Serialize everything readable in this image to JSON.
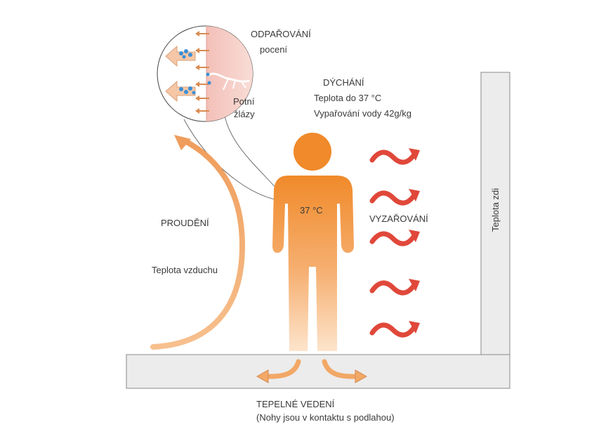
{
  "labels": {
    "evaporation_title": "ODPAŘOVÁNÍ",
    "evaporation_sub": "pocení",
    "sweat_glands_1": "Potní",
    "sweat_glands_2": "žlázy",
    "breathing_title": "DÝCHÁNÍ",
    "breathing_temp": "Teplota do 37 °C",
    "breathing_vapor": "Vypařování vody 42g/kg",
    "convection_title": "PROUDĚNÍ",
    "air_temperature": "Teplota vzduchu",
    "body_temperature": "37 °C",
    "radiation_title": "VYZAŘOVÁNÍ",
    "wall_temperature": "Teplota zdi",
    "conduction_title": "TEPELNÉ VEDENÍ",
    "conduction_sub": "(Nohy jsou v kontaktu s podlahou)"
  },
  "colors": {
    "body_top": "#f08a2a",
    "body_bottom": "#fde0c4",
    "radiation_arrow": "#e0483a",
    "convection_arrow": "#f0a060",
    "wall_fill": "#ececec",
    "wall_stroke": "#8a8a8a",
    "skin_pink": "#f4b8b0"
  },
  "icons": [
    "person-figure",
    "radiation-wave-arrow",
    "convection-arrow",
    "conduction-arrow",
    "magnifier-circle"
  ]
}
